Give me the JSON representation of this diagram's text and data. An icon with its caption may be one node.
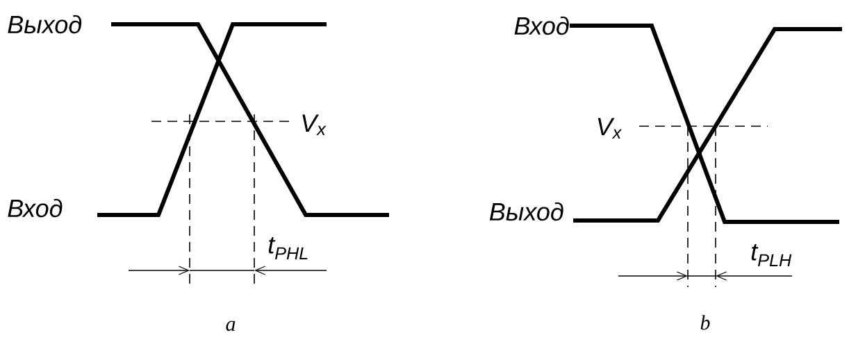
{
  "diagram": {
    "labels": [
      "Выход",
      "V$_{x}$",
      "Вход",
      "t$_{PHL}$",
      "a",
      "Вход",
      "V$_{x}$",
      "Выход",
      "t$_{PLH}$",
      "b"
    ]
  }
}
